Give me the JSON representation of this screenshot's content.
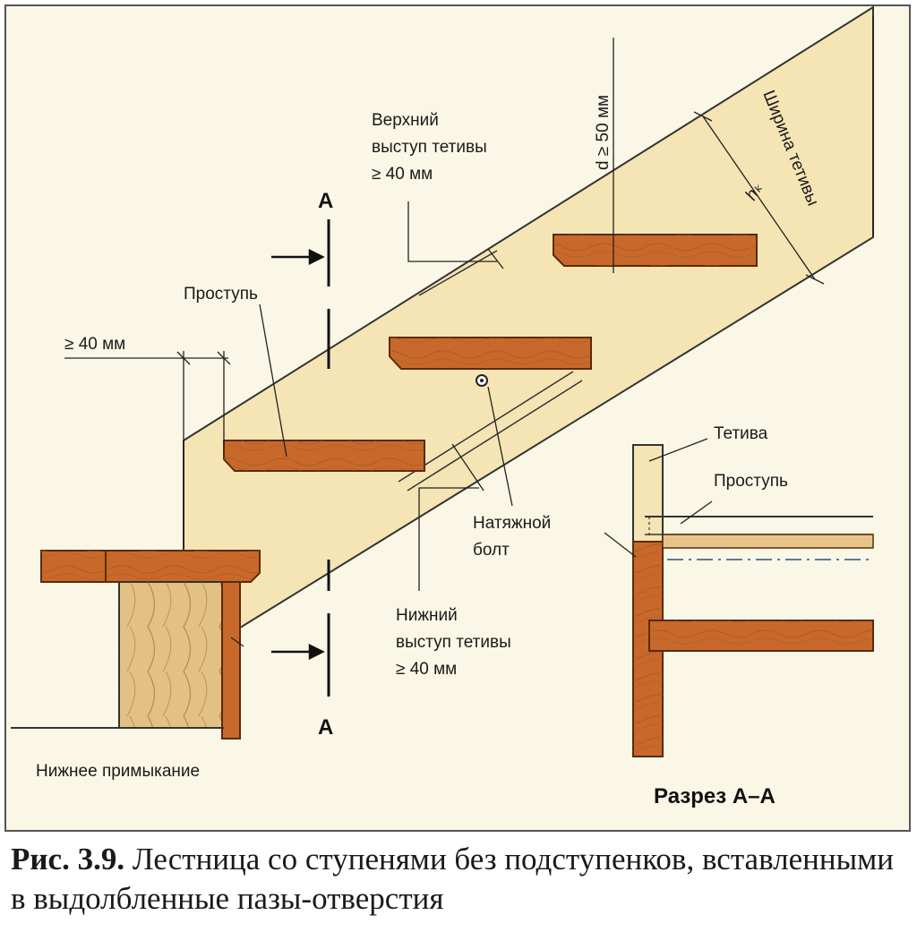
{
  "labels": {
    "top_protrusion": [
      "Верхний",
      "выступ тетивы",
      "≥ 40 мм"
    ],
    "d_dim": "d ≥ 50 мм",
    "hk": "hₖ",
    "stringer_width": "Ширина тетивы",
    "section_top": "A",
    "section_bottom": "A",
    "tread": "Проступь",
    "left_dim": "≥ 40 мм",
    "bolt": [
      "Натяжной",
      "болт"
    ],
    "bottom_protrusion": [
      "Нижний",
      "выступ тетивы",
      "≥ 40 мм"
    ],
    "bottom_joint": "Нижнее примыкание",
    "section_stringer": "Тетива",
    "section_tread": "Проступь",
    "section_title": "Разрез А–А"
  },
  "caption": {
    "number": "Рис. 3.9.",
    "text": " Лестница со ступенями без подступенков, вставленными в выдолбленные пазы-отверстия"
  },
  "colors": {
    "page": "#ffffff",
    "drawing_bg": "#fbf7e6",
    "stringer": "#f5e5b4",
    "tread": "#c8692b",
    "post": "#e3c184",
    "line": "#222222"
  }
}
